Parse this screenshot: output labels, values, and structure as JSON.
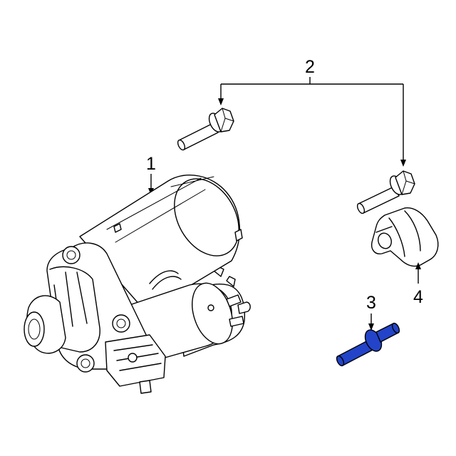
{
  "callouts": {
    "starter": "1",
    "bolts": "2",
    "stud": "3",
    "bracket": "4"
  },
  "highlight_color": "#2344c8",
  "icons": {
    "starter": "starter-motor-icon",
    "bolt": "flange-bolt-icon",
    "stud": "stud-icon",
    "bracket": "bracket-icon"
  }
}
